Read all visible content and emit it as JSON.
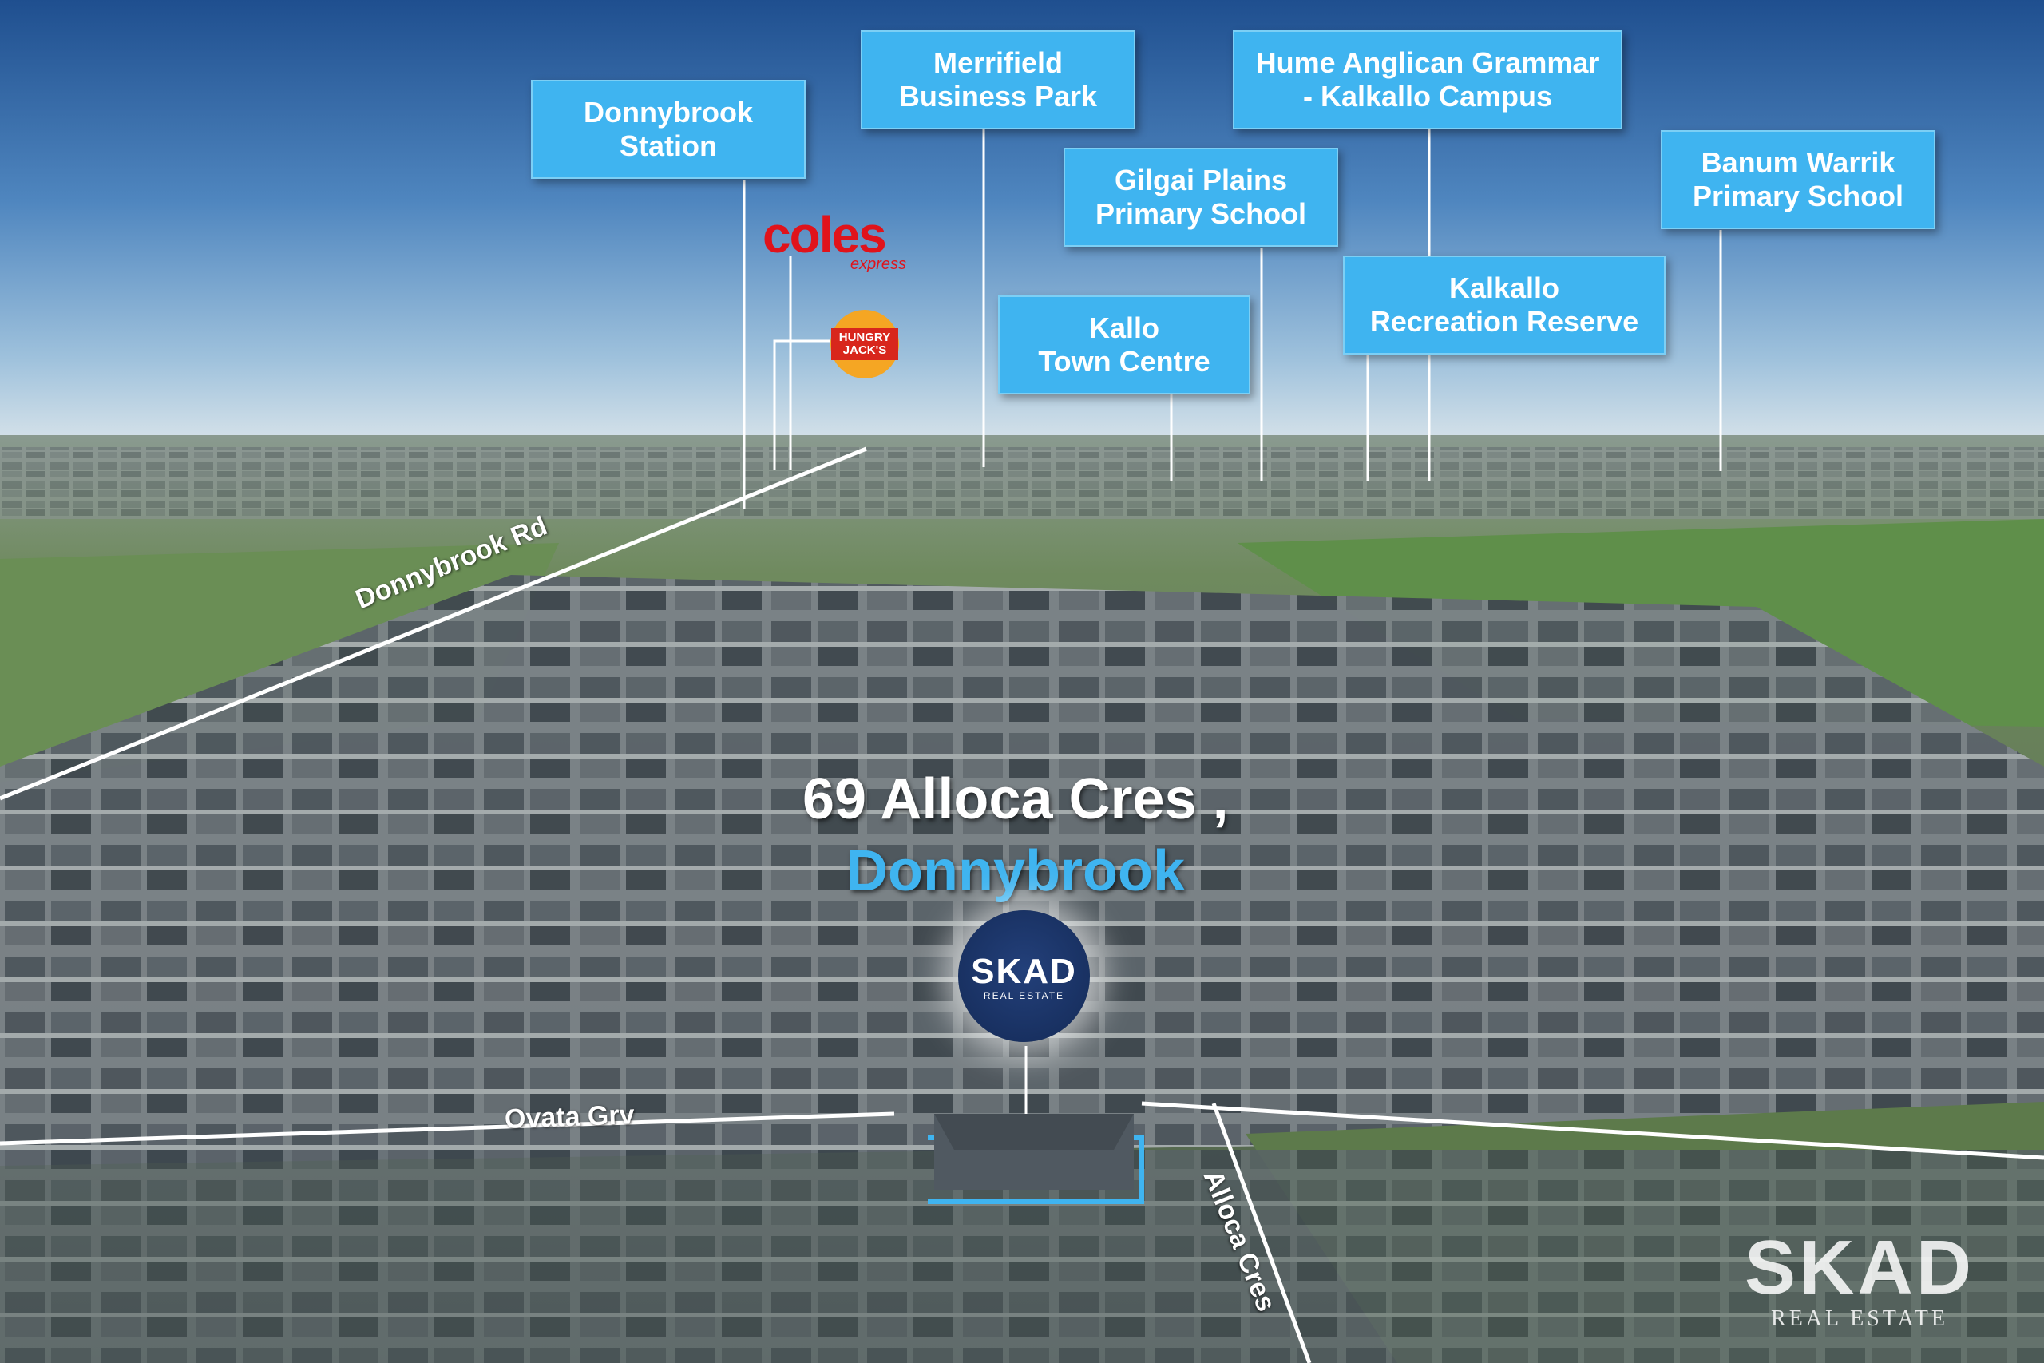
{
  "callouts": [
    {
      "id": "donnybrook-station",
      "lines": [
        "Donnybrook",
        "Station"
      ]
    },
    {
      "id": "merrifield-business-park",
      "lines": [
        "Merrifield",
        "Business Park"
      ]
    },
    {
      "id": "hume-anglican-grammar",
      "lines": [
        "Hume Anglican Grammar",
        "- Kalkallo Campus"
      ]
    },
    {
      "id": "banum-warrik-primary",
      "lines": [
        "Banum Warrik",
        "Primary School"
      ]
    },
    {
      "id": "gilgai-plains-primary",
      "lines": [
        "Gilgai Plains",
        "Primary School"
      ]
    },
    {
      "id": "kalkallo-recreation-reserve",
      "lines": [
        "Kalkallo",
        "Recreation Reserve"
      ]
    },
    {
      "id": "kallo-town-centre",
      "lines": [
        "Kallo",
        "Town Centre"
      ]
    }
  ],
  "brands": {
    "coles": "coles",
    "coles_sub": "express",
    "hungry_jacks": [
      "HUNGRY",
      "JACK'S"
    ]
  },
  "title": {
    "line1": "69 Alloca Cres ,",
    "line2": "Donnybrook"
  },
  "roads": {
    "donnybrook_rd": "Donnybrook Rd",
    "ovata_grv": "Ovata Grv",
    "alloca_cres": "Alloca Cres"
  },
  "logo": {
    "name": "SKAD",
    "tagline": "REAL ESTATE"
  },
  "watermark": {
    "name": "SKAD",
    "tagline": "REAL ESTATE"
  },
  "colors": {
    "callout_bg": "#3fb4f0",
    "title_accent": "#3fb4f0",
    "coles_red": "#e0131b",
    "logo_navy": "#1b3566"
  }
}
